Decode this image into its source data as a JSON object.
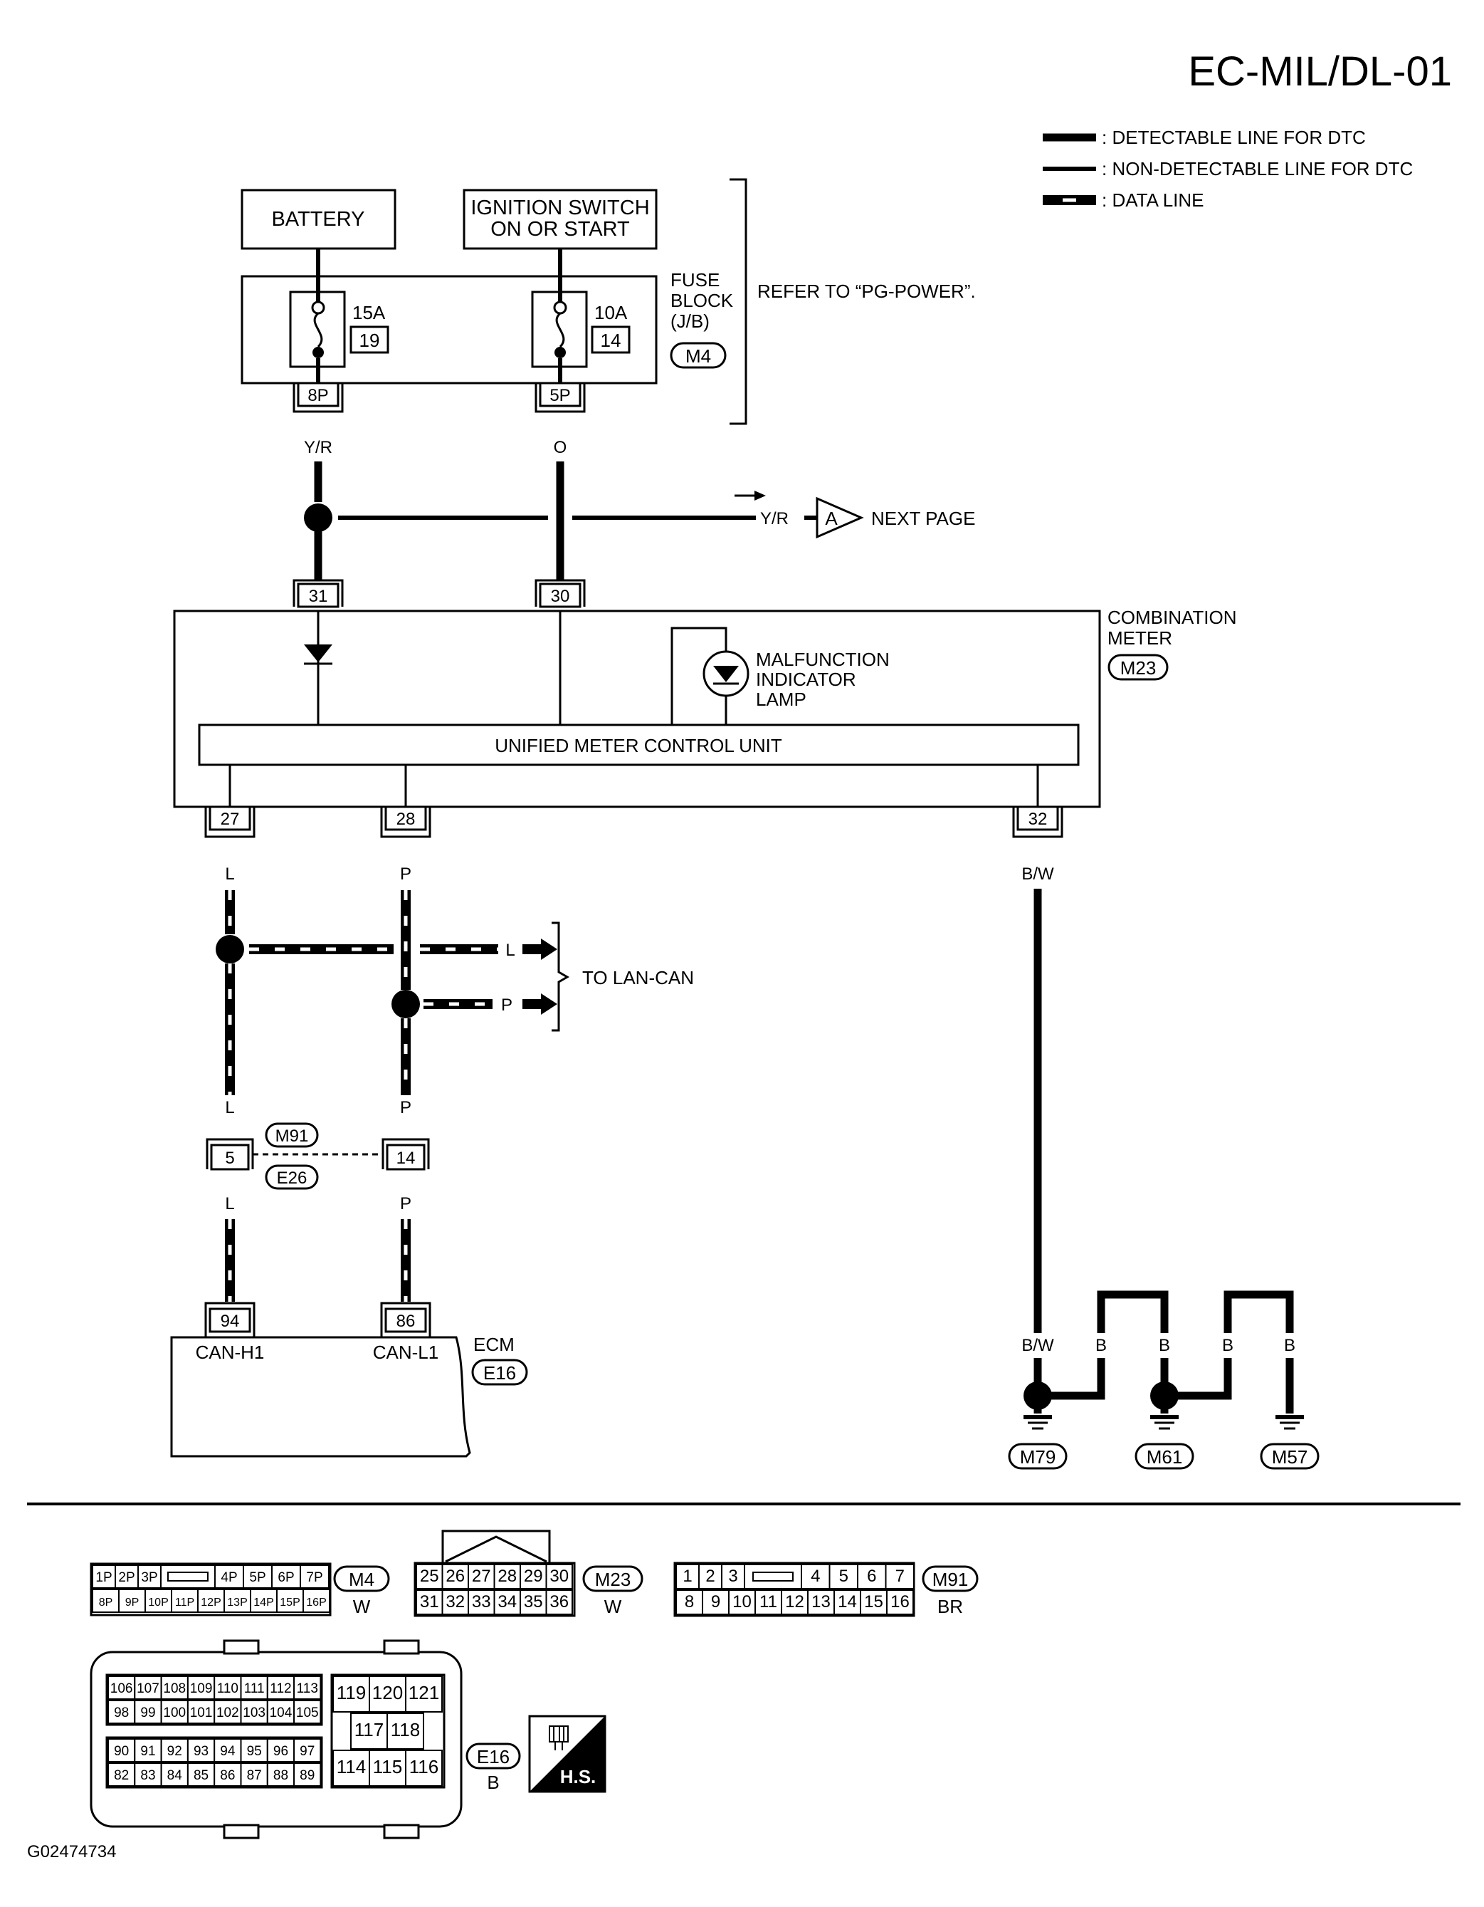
{
  "page_code": "EC-MIL/DL-01",
  "legend": [
    {
      "style": "detectable",
      "label": ": DETECTABLE LINE FOR DTC"
    },
    {
      "style": "non-detectable",
      "label": ": NON-DETECTABLE LINE FOR DTC"
    },
    {
      "style": "data",
      "label": ": DATA LINE"
    }
  ],
  "power": {
    "battery": "BATTERY",
    "ignition_line1": "IGNITION SWITCH",
    "ignition_line2": "ON OR START",
    "fuse_left": {
      "amp": "15A",
      "num": "19",
      "term": "8P"
    },
    "fuse_right": {
      "amp": "10A",
      "num": "14",
      "term": "5P"
    },
    "fuse_block_line1": "FUSE",
    "fuse_block_line2": "BLOCK",
    "fuse_block_line3": "(J/B)",
    "fuse_block_conn": "M4",
    "refer": "REFER TO “PG-POWER”."
  },
  "wires": {
    "yr": "Y/R",
    "o": "O",
    "next_yr": "Y/R",
    "next_ref": "A",
    "next_page": "NEXT PAGE",
    "l": "L",
    "p": "P",
    "bw": "B/W",
    "b": "B"
  },
  "meter": {
    "name_line1": "COMBINATION",
    "name_line2": "METER",
    "conn": "M23",
    "term_31": "31",
    "term_30": "30",
    "mil_line1": "MALFUNCTION",
    "mil_line2": "INDICATOR",
    "mil_line3": "LAMP",
    "unit": "UNIFIED METER CONTROL UNIT",
    "term_27": "27",
    "term_28": "28",
    "term_32": "32"
  },
  "lan": {
    "to": "TO LAN-CAN",
    "l": "L",
    "p": "P"
  },
  "joint": {
    "m91": "M91",
    "e26": "E26",
    "pin5": "5",
    "pin14": "14"
  },
  "ecm": {
    "name": "ECM",
    "conn": "E16",
    "term_94": "94",
    "term_86": "86",
    "canh": "CAN-H1",
    "canl": "CAN-L1"
  },
  "grounds": {
    "m79": "M79",
    "m61": "M61",
    "m57": "M57"
  },
  "connectors": {
    "m4": {
      "id": "M4",
      "color": "W",
      "row1": [
        "1P",
        "2P",
        "3P",
        "",
        "4P",
        "5P",
        "6P",
        "7P"
      ],
      "row2": [
        "8P",
        "9P",
        "10P",
        "11P",
        "12P",
        "13P",
        "14P",
        "15P",
        "16P"
      ]
    },
    "m23": {
      "id": "M23",
      "color": "W",
      "row1": [
        "25",
        "26",
        "27",
        "28",
        "29",
        "30"
      ],
      "row2": [
        "31",
        "32",
        "33",
        "34",
        "35",
        "36"
      ]
    },
    "m91": {
      "id": "M91",
      "color": "BR",
      "row1": [
        "1",
        "2",
        "3",
        "",
        "4",
        "5",
        "6",
        "7"
      ],
      "row2": [
        "8",
        "9",
        "10",
        "11",
        "12",
        "13",
        "14",
        "15",
        "16"
      ]
    },
    "e16": {
      "id": "E16",
      "color": "B",
      "hs": "H.S.",
      "r1": [
        "106",
        "107",
        "108",
        "109",
        "110",
        "111",
        "112",
        "113"
      ],
      "r2": [
        "98",
        "99",
        "100",
        "101",
        "102",
        "103",
        "104",
        "105"
      ],
      "r3": [
        "90",
        "91",
        "92",
        "93",
        "94",
        "95",
        "96",
        "97"
      ],
      "r4": [
        "82",
        "83",
        "84",
        "85",
        "86",
        "87",
        "88",
        "89"
      ],
      "big1": [
        "119",
        "120",
        "121"
      ],
      "big2": [
        "117",
        "118"
      ],
      "big3": [
        "114",
        "115",
        "116"
      ]
    }
  },
  "figure_code": "G02474734"
}
